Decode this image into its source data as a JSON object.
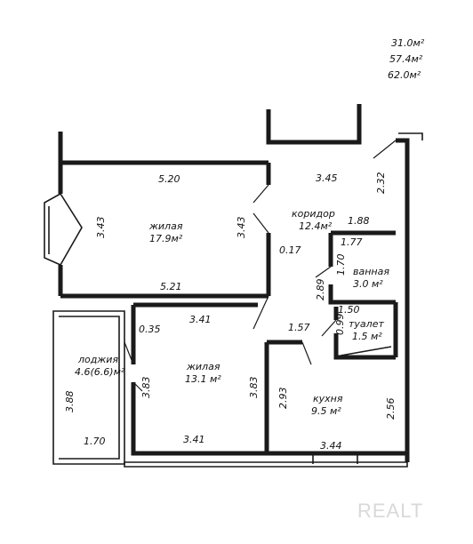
{
  "totals": [
    "31.0м²",
    "57.4м²",
    "62.0м²"
  ],
  "rooms": {
    "living_big": {
      "name": "жилая",
      "area": "17.9м²"
    },
    "corridor": {
      "name": "коридор",
      "area": "12.4м²"
    },
    "bathroom": {
      "name": "ванная",
      "area": "3.0 м²"
    },
    "toilet": {
      "name": "туалет",
      "area": "1.5 м²"
    },
    "living_small": {
      "name": "жилая",
      "area": "13.1 м²"
    },
    "loggia": {
      "name": "лоджия",
      "area": "4.6(6.6)м²"
    },
    "kitchen": {
      "name": "кухня",
      "area": "9.5 м²"
    }
  },
  "dimensions": {
    "d520": "5.20",
    "d345": "3.45",
    "d232": "2.32",
    "d343_left": "3.43",
    "d343_right": "3.43",
    "d188": "1.88",
    "d177": "1.77",
    "d017": "0.17",
    "d170_bath": "1.70",
    "d289": "2.89",
    "d521": "5.21",
    "d150": "1.50",
    "d099": "0.99",
    "d341_top": "3.41",
    "d035": "0.35",
    "d157": "1.57",
    "d388": "3.88",
    "d383_left": "3.83",
    "d383_right": "3.83",
    "d293": "2.93",
    "d256": "2.56",
    "d170_loggia": "1.70",
    "d341_bottom": "3.41",
    "d344": "3.44"
  },
  "watermark": "REALT"
}
